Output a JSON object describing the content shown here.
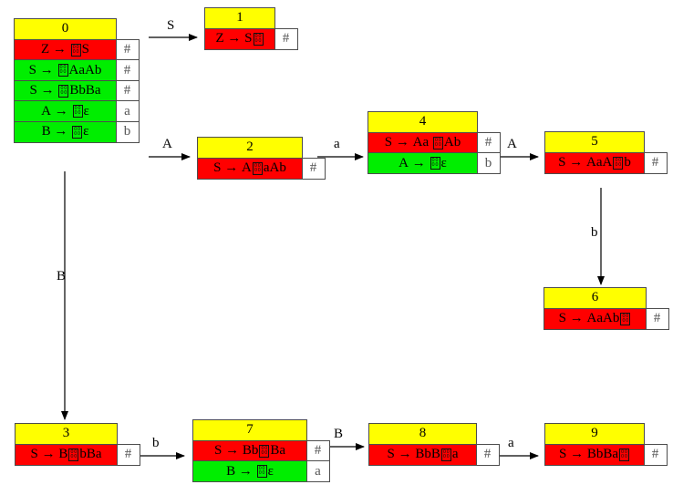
{
  "diagram": {
    "title": "LR item-set automaton",
    "marker_glyph": "0000",
    "colors": {
      "header": "#ffff00",
      "kernel": "#ff0000",
      "closure": "#00ee00",
      "lookahead": "#ffffff",
      "border": "#4d4d4d",
      "edge": "#000000"
    }
  },
  "states": [
    {
      "id": "0",
      "items": [
        {
          "lhs": "Z",
          "before": "",
          "after": "S",
          "kind": "kernel",
          "lookahead": "#"
        },
        {
          "lhs": "S",
          "before": "",
          "after": "AaAb",
          "kind": "closure",
          "lookahead": "#"
        },
        {
          "lhs": "S",
          "before": "",
          "after": "BbBa",
          "kind": "closure",
          "lookahead": "#"
        },
        {
          "lhs": "A",
          "before": "",
          "after": "ε",
          "kind": "closure",
          "lookahead": "a"
        },
        {
          "lhs": "B",
          "before": "",
          "after": "ε",
          "kind": "closure",
          "lookahead": "b"
        }
      ]
    },
    {
      "id": "1",
      "items": [
        {
          "lhs": "Z",
          "before": "S",
          "after": "",
          "kind": "kernel",
          "lookahead": "#"
        }
      ]
    },
    {
      "id": "2",
      "items": [
        {
          "lhs": "S",
          "before": "A",
          "after": "aAb",
          "kind": "kernel",
          "lookahead": "#"
        }
      ]
    },
    {
      "id": "3",
      "items": [
        {
          "lhs": "S",
          "before": "B",
          "after": "bBa",
          "kind": "kernel",
          "lookahead": "#"
        }
      ]
    },
    {
      "id": "4",
      "items": [
        {
          "lhs": "S",
          "before": "Aa ",
          "after": "Ab",
          "kind": "kernel",
          "lookahead": "#"
        },
        {
          "lhs": "A",
          "before": "",
          "after": "ε",
          "kind": "closure",
          "lookahead": "b"
        }
      ]
    },
    {
      "id": "5",
      "items": [
        {
          "lhs": "S",
          "before": "AaA",
          "after": "b",
          "kind": "kernel",
          "lookahead": "#"
        }
      ]
    },
    {
      "id": "6",
      "items": [
        {
          "lhs": "S",
          "before": "AaAb",
          "after": "",
          "kind": "kernel",
          "lookahead": "#"
        }
      ]
    },
    {
      "id": "7",
      "items": [
        {
          "lhs": "S",
          "before": "Bb",
          "after": "Ba",
          "kind": "kernel",
          "lookahead": "#"
        },
        {
          "lhs": "B",
          "before": "",
          "after": "ε",
          "kind": "closure",
          "lookahead": "a"
        }
      ]
    },
    {
      "id": "8",
      "items": [
        {
          "lhs": "S",
          "before": "BbB",
          "after": "a",
          "kind": "kernel",
          "lookahead": "#"
        }
      ]
    },
    {
      "id": "9",
      "items": [
        {
          "lhs": "S",
          "before": "BbBa",
          "after": "",
          "kind": "kernel",
          "lookahead": "#"
        }
      ]
    }
  ],
  "edges": [
    {
      "from": "0",
      "to": "1",
      "label": "S"
    },
    {
      "from": "0",
      "to": "2",
      "label": "A"
    },
    {
      "from": "0",
      "to": "3",
      "label": "B"
    },
    {
      "from": "2",
      "to": "4",
      "label": "a"
    },
    {
      "from": "4",
      "to": "5",
      "label": "A"
    },
    {
      "from": "5",
      "to": "6",
      "label": "b"
    },
    {
      "from": "3",
      "to": "7",
      "label": "b"
    },
    {
      "from": "7",
      "to": "8",
      "label": "B"
    },
    {
      "from": "8",
      "to": "9",
      "label": "a"
    }
  ]
}
